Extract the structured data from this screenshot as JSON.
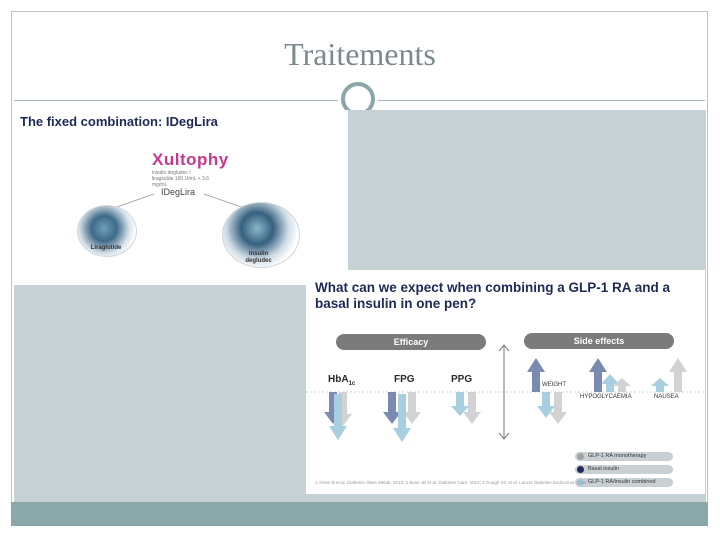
{
  "slide": {
    "title": "Traitements",
    "colors": {
      "accent": "#8ba6a7",
      "panel": "#c6d1d6",
      "title_text": "#7c8a8d",
      "navy": "#1d2a55",
      "magenta": "#c43a8d"
    }
  },
  "figure1": {
    "heading": "The fixed combination: IDegLira",
    "brand": "Xultophy",
    "brand_subtitle": "insulin degludec / liraglutide 100 U/mL + 3.6 mg/mL",
    "combo_label": "IDegLira",
    "molecule_left": "Liraglutide",
    "molecule_right": "Insulin degludec"
  },
  "figure2": {
    "question": "What can we expect when combining a GLP-1 RA and a basal insulin in one pen?",
    "efficacy_label": "Efficacy",
    "side_effects_label": "Side effects",
    "hba1c": "HbA",
    "hba1c_sub": "1c",
    "fpg": "FPG",
    "ppg": "PPG",
    "weight": "WEIGHT",
    "hypoglycaemia": "HYPOGLYCAEMIA",
    "nausea": "NAUSEA",
    "legend": [
      {
        "label": "GLP-1 RA monotherapy",
        "color": "#a3a3a3"
      },
      {
        "label": "Basal insulin",
        "color": "#1d2a55"
      },
      {
        "label": "GLP-1 RA/insulin combined",
        "color": "#9fc8dc"
      }
    ],
    "arrow_colors": {
      "glp1": "#d2d2d2",
      "basal": "#7a8ab0",
      "combined": "#a8cfe0"
    },
    "references": "1 Ahren B et al. Diabetes Obes Metab. 2013; 2 Buse JB et al. Diabetes Care. 2014; 3 Gough SC et al. Lancet Diabetes Endocrinol. 2014"
  }
}
